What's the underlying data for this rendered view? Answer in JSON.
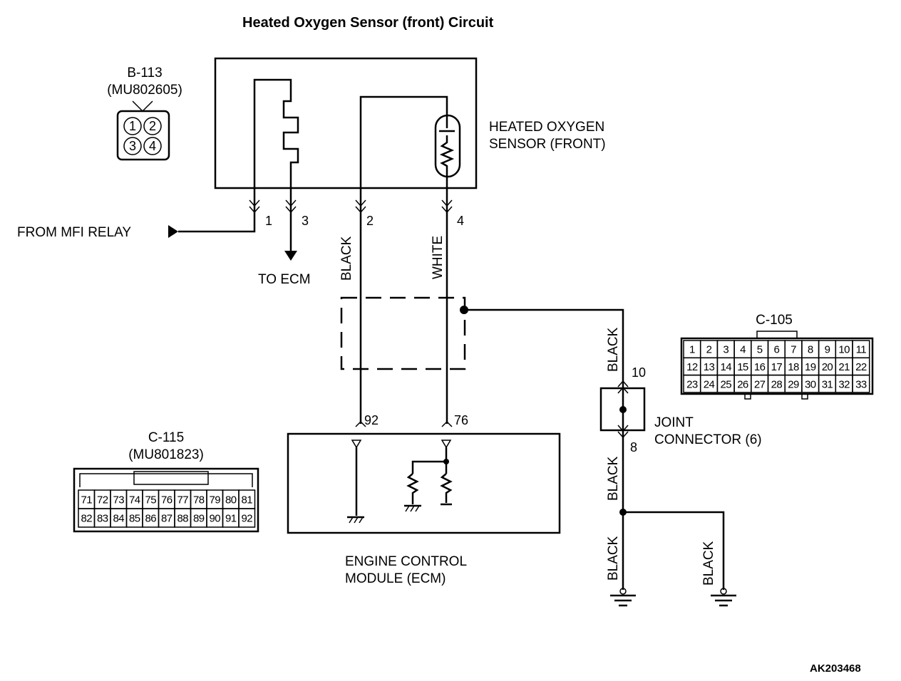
{
  "title": "Heated Oxygen Sensor (front) Circuit",
  "figure_code": "AK203468",
  "connector_b113": {
    "name": "B-113",
    "part": "(MU802605)",
    "pins": [
      "1",
      "2",
      "3",
      "4"
    ]
  },
  "connector_c115": {
    "name": "C-115",
    "part": "(MU801823)",
    "row1": [
      "71",
      "72",
      "73",
      "74",
      "75",
      "76",
      "77",
      "78",
      "79",
      "80",
      "81"
    ],
    "row2": [
      "82",
      "83",
      "84",
      "85",
      "86",
      "87",
      "88",
      "89",
      "90",
      "91",
      "92"
    ]
  },
  "connector_c105": {
    "name": "C-105",
    "row1": [
      "1",
      "2",
      "3",
      "4",
      "5",
      "6",
      "7",
      "8",
      "9",
      "10",
      "11"
    ],
    "row2": [
      "12",
      "13",
      "14",
      "15",
      "16",
      "17",
      "18",
      "19",
      "20",
      "21",
      "22"
    ],
    "row3": [
      "23",
      "24",
      "25",
      "26",
      "27",
      "28",
      "29",
      "30",
      "31",
      "32",
      "33"
    ]
  },
  "sensor": {
    "line1": "HEATED OXYGEN",
    "line2": "SENSOR (FRONT)"
  },
  "source_label": "FROM MFI RELAY",
  "to_ecm_label": "TO ECM",
  "sensor_pins": {
    "p1": "1",
    "p3": "3",
    "p2": "2",
    "p4": "4"
  },
  "wire_colors": {
    "pin2": "BLACK",
    "pin4": "WHITE",
    "shield": "BLACK",
    "joint_out": "BLACK",
    "ground_left": "BLACK",
    "ground_right": "BLACK"
  },
  "ecm_pins": {
    "p92": "92",
    "p76": "76"
  },
  "ecm": {
    "line1": "ENGINE CONTROL",
    "line2": "MODULE (ECM)"
  },
  "joint": {
    "line1": "JOINT",
    "line2": "CONNECTOR (6)",
    "pin_in": "10",
    "pin_out": "8"
  }
}
